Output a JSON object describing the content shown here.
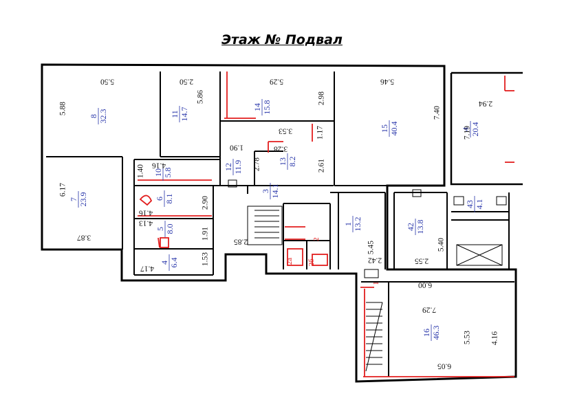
{
  "title": "Этаж № Подвал",
  "colors": {
    "wall": "#000000",
    "accent": "#e21d1d",
    "blue": "#2432a8"
  },
  "rooms": [
    {
      "id": "8",
      "num": "8",
      "area": "32.3",
      "color": "blue"
    },
    {
      "id": "11",
      "num": "11",
      "area": "14.7",
      "color": "blue"
    },
    {
      "id": "14",
      "num": "14",
      "area": "15.8",
      "color": "red"
    },
    {
      "id": "15",
      "num": "15",
      "area": "40.4",
      "color": "blue"
    },
    {
      "id": "4r",
      "num": "4",
      "area": "20.4",
      "color": "red"
    },
    {
      "id": "12",
      "num": "12",
      "area": "11.9",
      "color": "red"
    },
    {
      "id": "13",
      "num": "13",
      "area": "8.2",
      "color": "red"
    },
    {
      "id": "10",
      "num": "10",
      "area": "5.8",
      "color": "red"
    },
    {
      "id": "7",
      "num": "7",
      "area": "23.9",
      "color": "blue"
    },
    {
      "id": "6",
      "num": "6",
      "area": "8.1",
      "color": "red"
    },
    {
      "id": "3",
      "num": "3",
      "area": "14.1",
      "color": "red"
    },
    {
      "id": "5",
      "num": "5",
      "area": "8.0",
      "color": "red"
    },
    {
      "id": "4b",
      "num": "4",
      "area": "6.4",
      "color": "blue"
    },
    {
      "id": "1",
      "num": "1",
      "area": "13.2",
      "color": "blue"
    },
    {
      "id": "42",
      "num": "42",
      "area": "13.8",
      "color": "blue"
    },
    {
      "id": "43",
      "num": "43",
      "area": "4.1",
      "color": "blue"
    },
    {
      "id": "16",
      "num": "16",
      "area": "46.3",
      "color": "red"
    }
  ],
  "small_labels": {
    "l2": "2",
    "l2a": "2a",
    "l2b": "2б",
    "lI": "I"
  },
  "dimensions": [
    "5.50",
    "5.88",
    "2.50",
    "5.86",
    "5.29",
    "2.98",
    "5.46",
    "7.40",
    "2.94",
    "7.19",
    "3.53",
    "1.17",
    "3.28",
    "1.90",
    "2.78",
    "2.61",
    "1.40",
    "4.16",
    "6.17",
    "2.90",
    "4.16",
    "4.13",
    "1.91",
    "1.53",
    "4.17",
    "3.87",
    "2.85",
    "5.45",
    "2.42",
    "5.40",
    "2.55",
    "6.00",
    "7.29",
    "5.53",
    "4.16",
    "6.05"
  ]
}
